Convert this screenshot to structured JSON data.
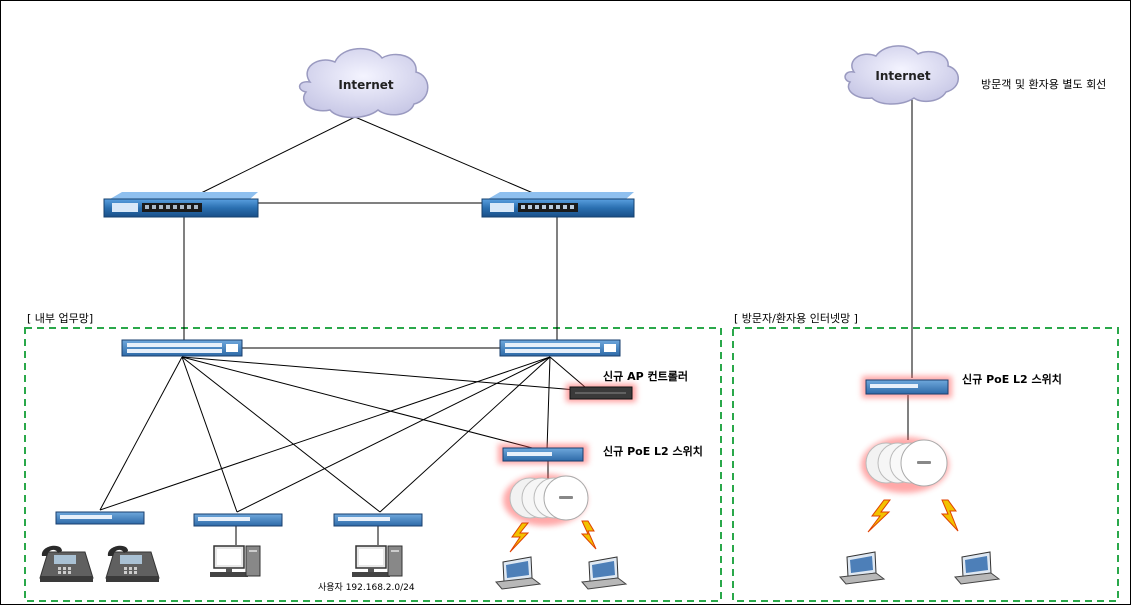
{
  "clouds": {
    "main": "Internet",
    "guest": "Internet"
  },
  "labels": {
    "guest_line": "방문객 및 환자용 별도 회선",
    "internal_zone": "[ 내부 업무망]",
    "guest_zone": "[ 방문자/환자용 인터넷망 ]",
    "ap_controller": "신규 AP 컨트롤러",
    "poe_switch_internal": "신규 PoE L2 스위치",
    "poe_switch_guest": "신규 PoE L2 스위치",
    "user_subnet": "사용자 192.168.2.0/24"
  },
  "colors": {
    "zone_border": "#2aa84a",
    "link_line": "#000000",
    "cloud_fill": "#dcdcf0",
    "highlight_glow": "#ff4040",
    "device_blue": "#2a6fb0",
    "bolt": "#f2c200"
  }
}
